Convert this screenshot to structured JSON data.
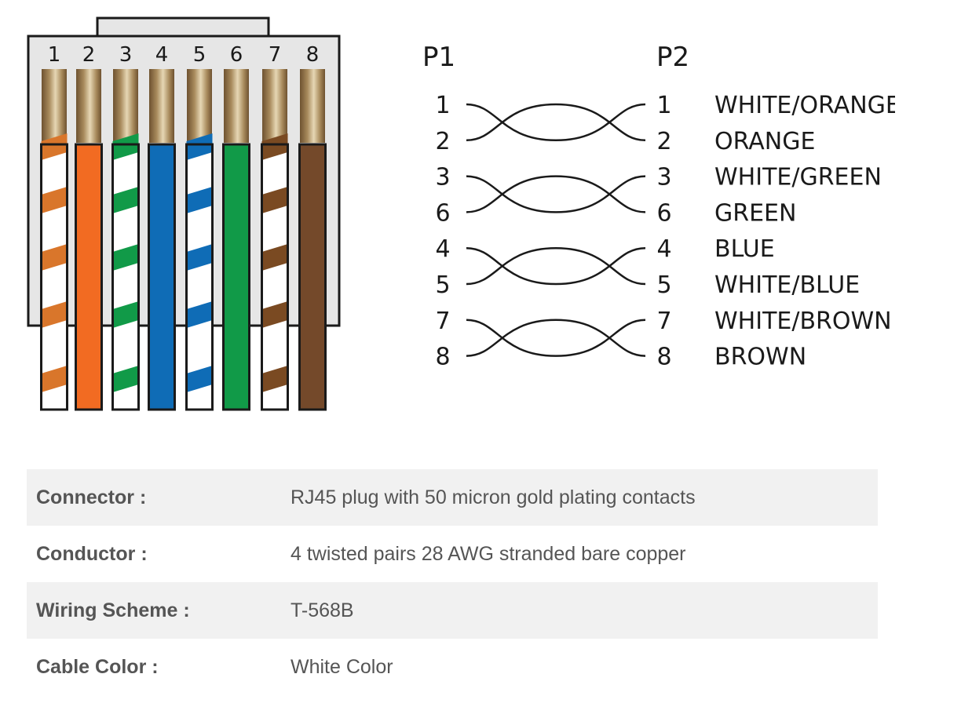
{
  "plug": {
    "pins": [
      {
        "num": "1",
        "color": "#d9762b",
        "striped": true
      },
      {
        "num": "2",
        "color": "#f26b22",
        "striped": false
      },
      {
        "num": "3",
        "color": "#119a48",
        "striped": true
      },
      {
        "num": "4",
        "color": "#0f6cb6",
        "striped": false
      },
      {
        "num": "5",
        "color": "#0f6cb6",
        "striped": true
      },
      {
        "num": "6",
        "color": "#119a48",
        "striped": false
      },
      {
        "num": "7",
        "color": "#7a4a22",
        "striped": true
      },
      {
        "num": "8",
        "color": "#74492a",
        "striped": false
      }
    ]
  },
  "pinout": {
    "left_header": "P1",
    "right_header": "P2",
    "pairs": [
      {
        "a": "1",
        "b": "2",
        "a_label": "WHITE/ORANGE",
        "b_label": "ORANGE"
      },
      {
        "a": "3",
        "b": "6",
        "a_label": "WHITE/GREEN",
        "b_label": "GREEN"
      },
      {
        "a": "4",
        "b": "5",
        "a_label": "BLUE",
        "b_label": "WHITE/BLUE"
      },
      {
        "a": "7",
        "b": "8",
        "a_label": "WHITE/BROWN",
        "b_label": "BROWN"
      }
    ]
  },
  "specs": [
    {
      "label": "Connector :",
      "value": "RJ45 plug with 50 micron gold plating contacts"
    },
    {
      "label": "Conductor :",
      "value": " 4 twisted pairs 28 AWG stranded bare copper"
    },
    {
      "label": "Wiring Scheme :",
      "value": "T-568B"
    },
    {
      "label": "Cable Color :",
      "value": "White Color"
    }
  ]
}
